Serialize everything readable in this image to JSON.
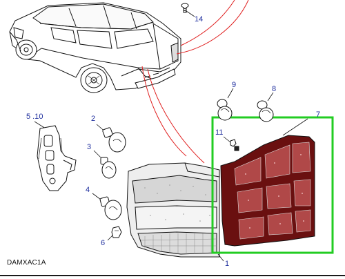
{
  "callouts": {
    "c1": "1",
    "c2": "2",
    "c3": "3",
    "c4": "4",
    "c5_10": "5 .10",
    "c6": "6",
    "c7": "7",
    "c8": "8",
    "c9": "9",
    "c11": "11",
    "c14": "14"
  },
  "diagram_code": "DAMXAC1A",
  "colors": {
    "highlight_box": "#22cc22",
    "leader_red": "#e02020",
    "callout_text": "#1f2f9e",
    "lamp_lens": "#6a1010"
  }
}
